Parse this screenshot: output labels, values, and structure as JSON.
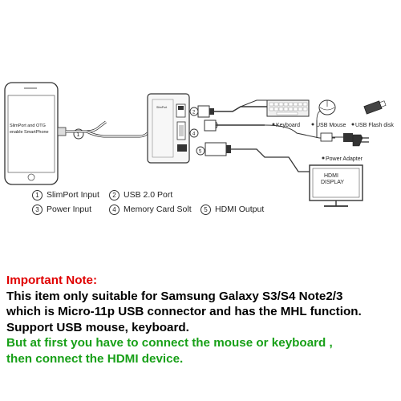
{
  "diagram": {
    "phone_screen_text": [
      "SlimPort and OTG",
      "enable SmartPhone"
    ],
    "device_labels": {
      "keyboard": "Keyboard",
      "usb_mouse": "USB Mouse",
      "usb_flash_disk": "USB Flash disk",
      "power_adapter": "Power Adapter",
      "hdmi_display": [
        "HDMI",
        "DISPLAY"
      ]
    },
    "legend": [
      {
        "num": "1",
        "label": "SlimPort Input"
      },
      {
        "num": "2",
        "label": "USB 2.0 Port"
      },
      {
        "num": "3",
        "label": "Power Input"
      },
      {
        "num": "4",
        "label": "Memory Card Solt"
      },
      {
        "num": "5",
        "label": "HDMI Output"
      }
    ]
  },
  "note": {
    "title": "Important Note:",
    "lines": [
      "This item only suitable for Samsung Galaxy S3/S4 Note2/3",
      "which is Micro-11p USB connector and has the MHL function.",
      "Support USB mouse, keyboard."
    ],
    "green_lines": [
      "But at first you have to connect the mouse or keyboard ,",
      "then connect the HDMI device."
    ]
  },
  "colors": {
    "note_title": "#e00000",
    "note_text": "#000000",
    "note_green": "#18a018"
  }
}
